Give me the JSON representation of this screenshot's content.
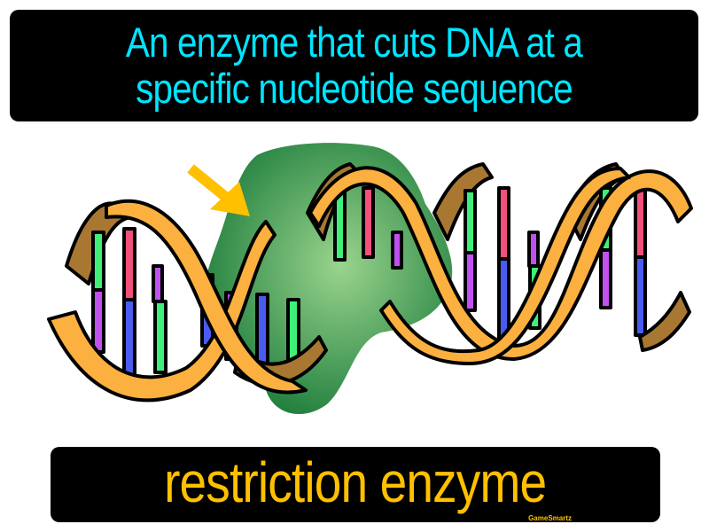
{
  "definition": {
    "lines": [
      "An enzyme that cuts DNA at a",
      "specific nucleotide sequence"
    ],
    "text_color": "#00e5ff",
    "background": "#000000"
  },
  "term": {
    "label": "restriction enzyme",
    "text_color": "#ffc000",
    "background": "#000000"
  },
  "brand": {
    "label": "GameSmartz"
  },
  "illustration": {
    "subject": "DNA double helix being cut by a green enzyme blob",
    "icons": [
      "dna-helix-icon",
      "enzyme-blob-icon",
      "arrow-icon"
    ],
    "colors": {
      "backbone_front": "#fbb040",
      "backbone_back": "#a87832",
      "enzyme_dark": "#1e7d3c",
      "enzyme_light": "#9ad48e",
      "arrow": "#ffc000",
      "base_green": "#3ef07a",
      "base_red": "#f0507a",
      "base_blue": "#4a5cf0",
      "base_purple": "#c050f0"
    }
  }
}
